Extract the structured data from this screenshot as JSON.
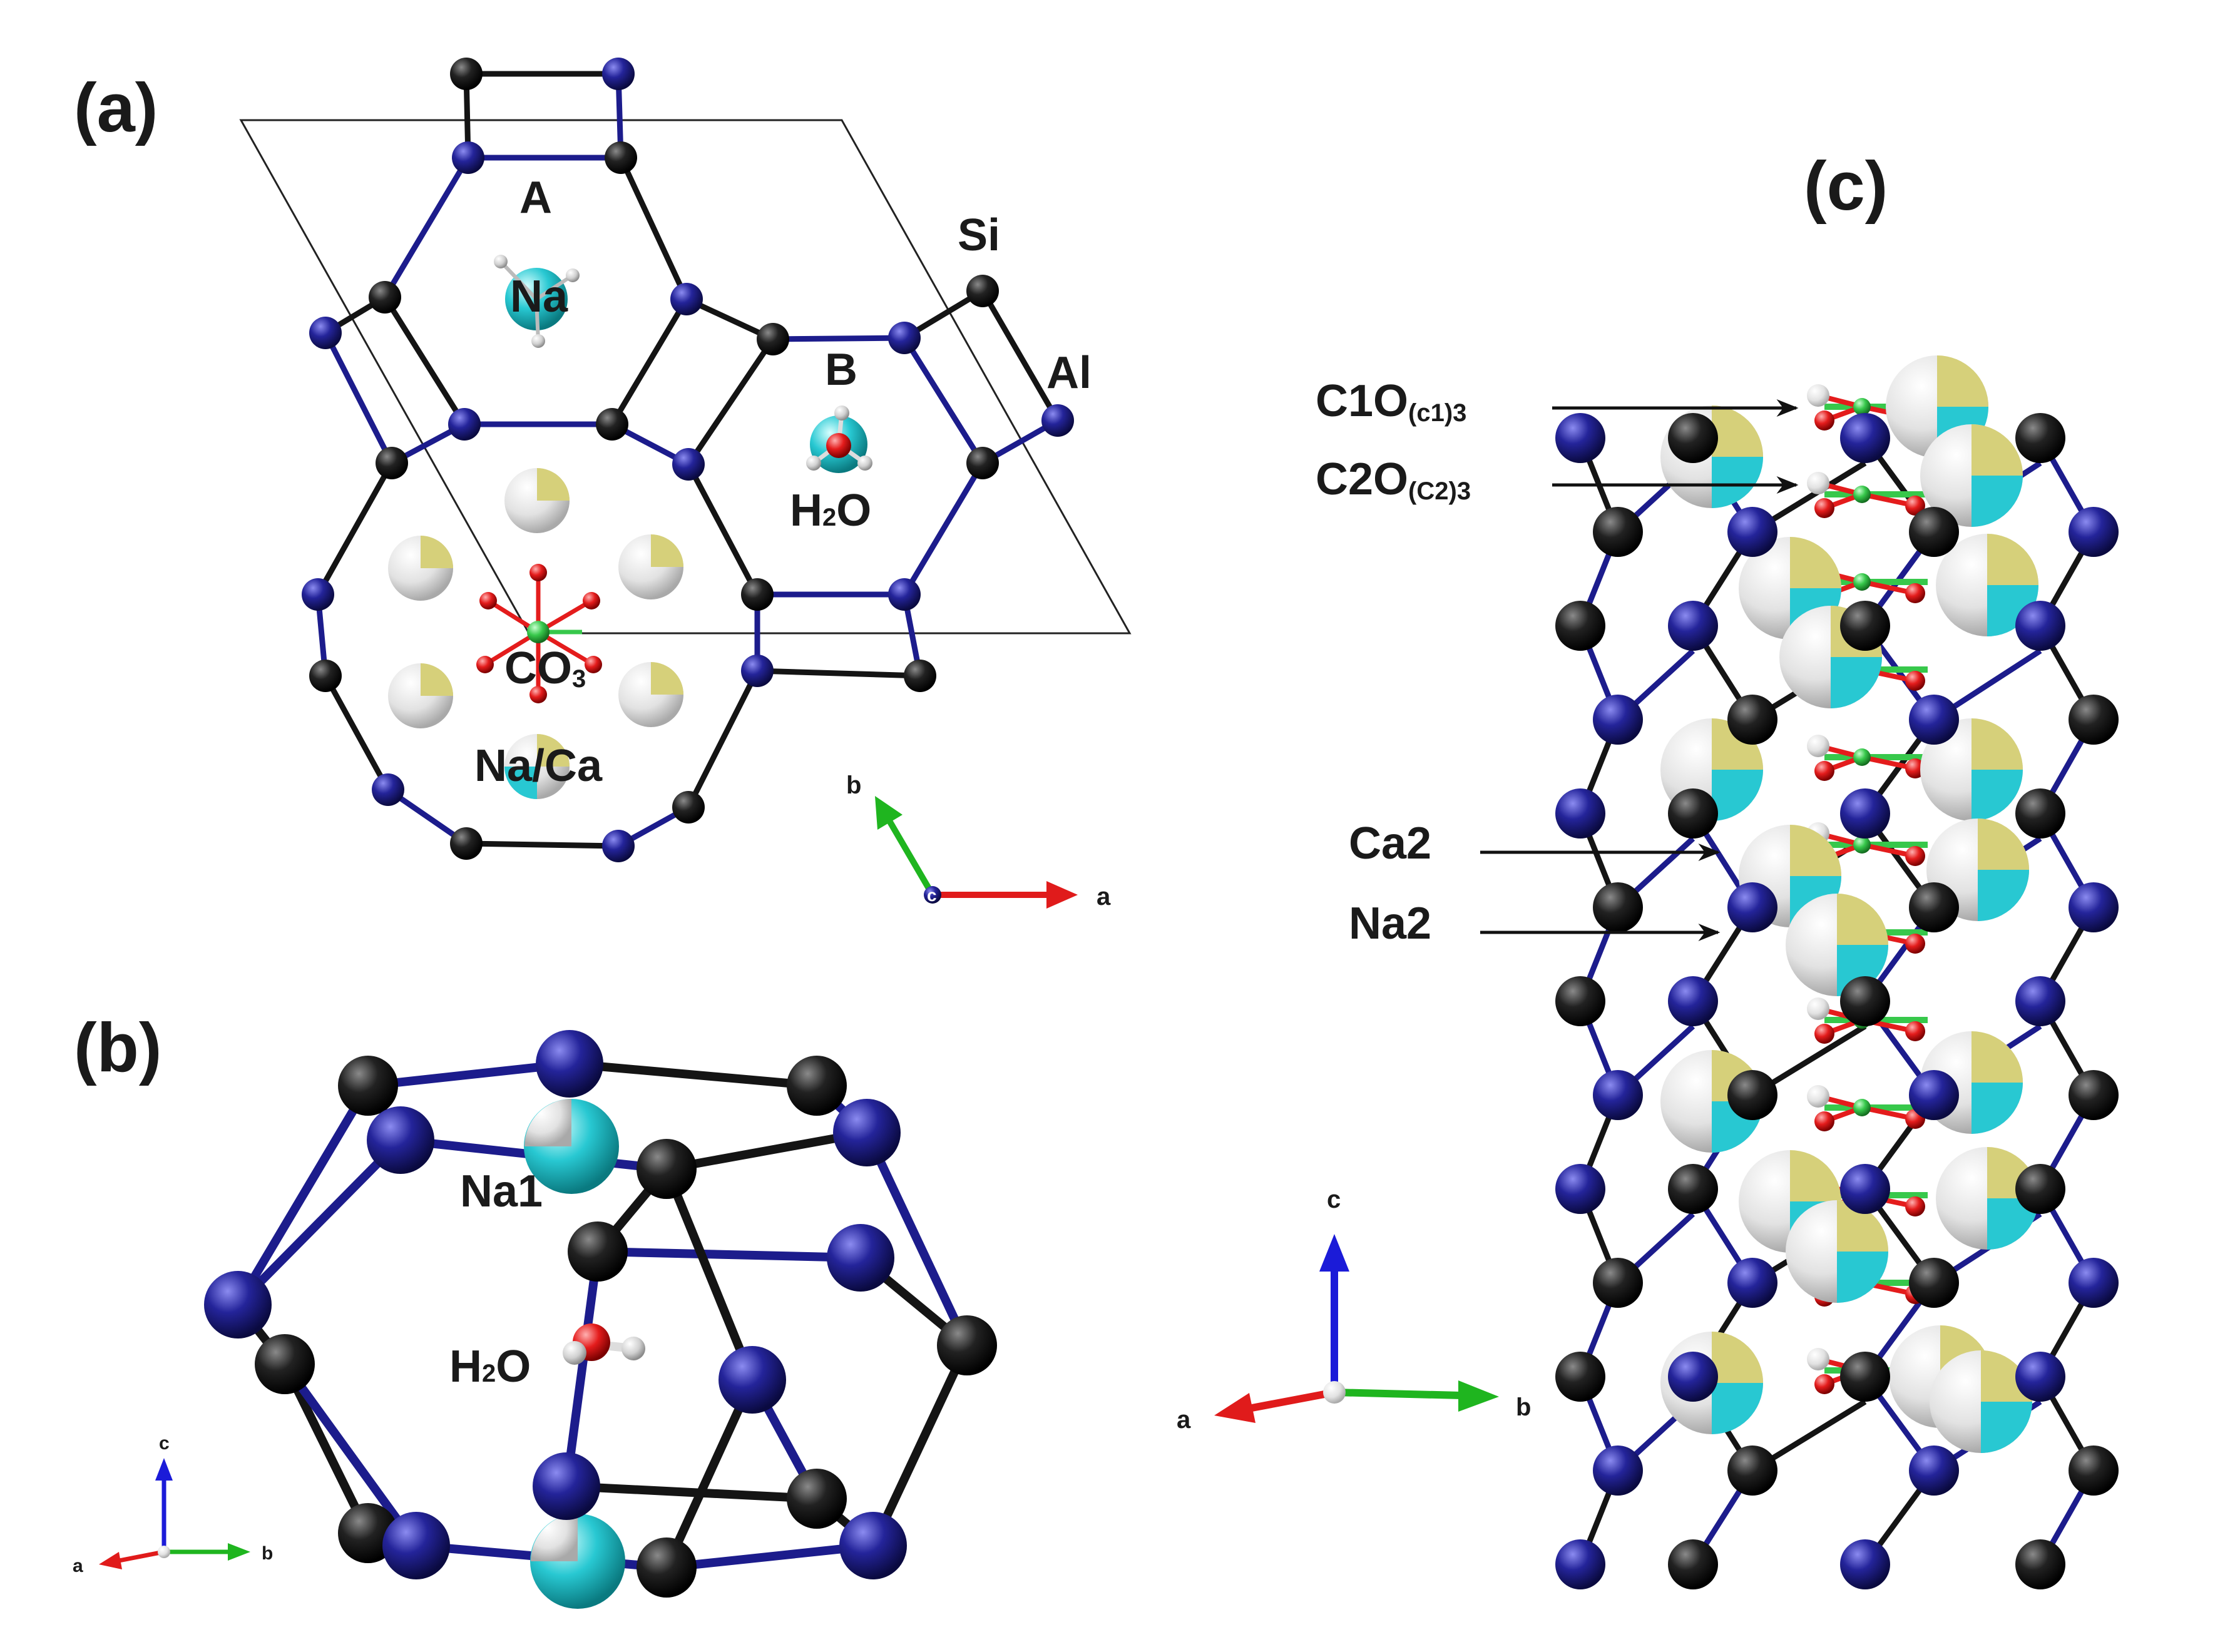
{
  "panels": {
    "a": {
      "title": "(a)",
      "labels": {
        "ring_a": "A",
        "ring_b": "B",
        "si": "Si",
        "al": "Al",
        "na": "Na",
        "h2o_pre": "H",
        "h2o_sub": "2",
        "h2o_post": "O",
        "co3_pre": "CO",
        "co3_sub": "3",
        "naca": "Na/Ca"
      },
      "axes": {
        "a": "a",
        "b": "b",
        "c": "c"
      }
    },
    "b": {
      "title": "(b)",
      "labels": {
        "na1": "Na1",
        "h2o_pre": "H",
        "h2o_sub": "2",
        "h2o_post": "O"
      },
      "axes": {
        "a": "a",
        "b": "b",
        "c": "c"
      }
    },
    "c": {
      "title": "(c)",
      "labels": {
        "c1_main": "C1O",
        "c1_sub": "(c1)3",
        "c2_main": "C2O",
        "c2_sub": "(C2)3",
        "ca2": "Ca2",
        "na2": "Na2"
      },
      "axes": {
        "a": "a",
        "b": "b",
        "c": "c"
      }
    }
  },
  "colors": {
    "si": "#141414",
    "al": "#1c1c8c",
    "na": "#28c8d2",
    "ca": "#d7d27a",
    "shell": "#e6e6e6",
    "oxygen": "#e41c1c",
    "carbon": "#37c84b",
    "hydrogen": "#e0e0e0",
    "axis_a": "#e01b1b",
    "axis_b": "#1fb51f",
    "axis_c": "#1b1bd8"
  }
}
